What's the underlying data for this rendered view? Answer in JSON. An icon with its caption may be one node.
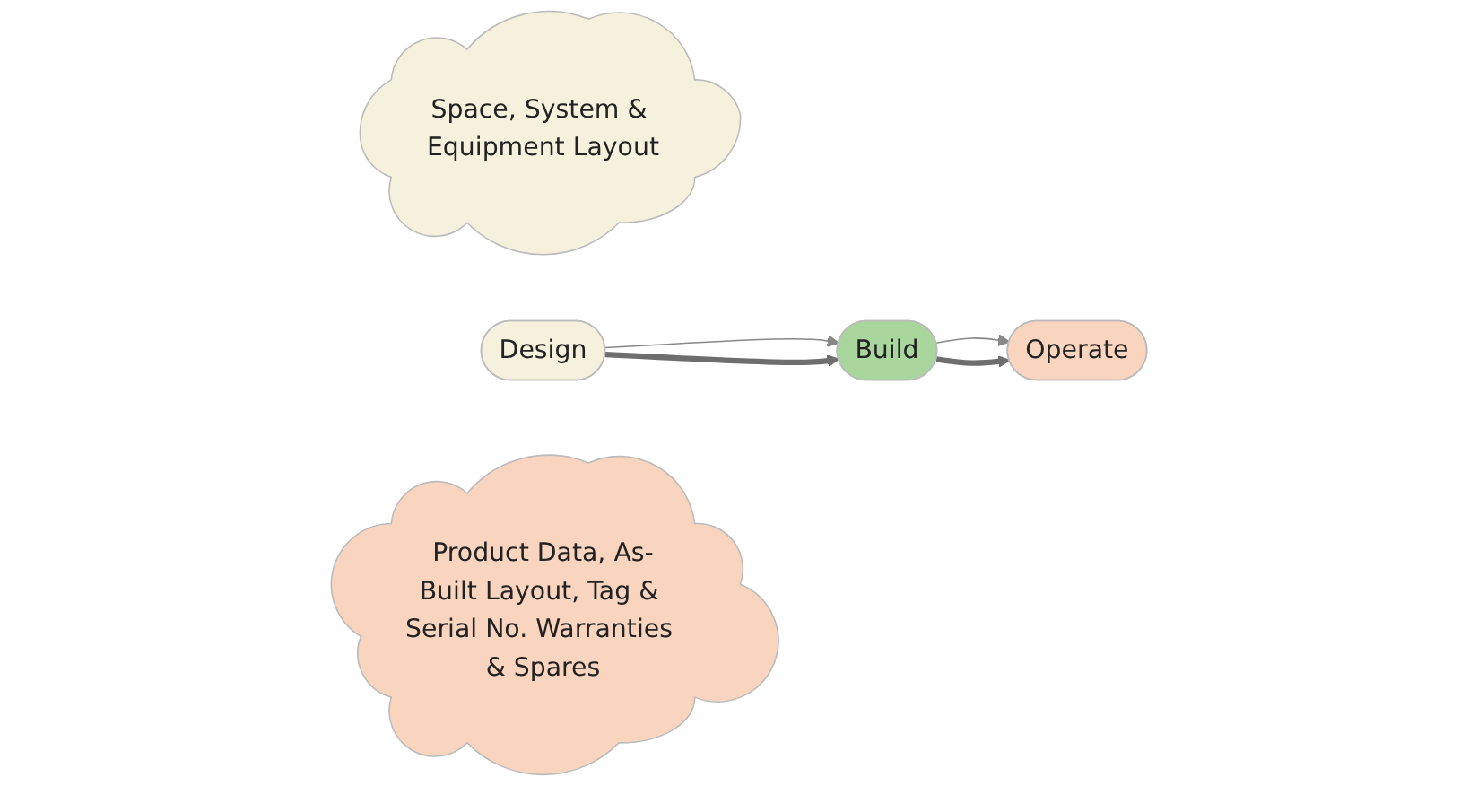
{
  "diagram": {
    "nodes": [
      {
        "text": [
          "Space, System & Equipment Layout"
        ]
      },
      {
        "text": [
          "Design"
        ]
      },
      {
        "text": [
          "Build"
        ]
      },
      {
        "text": [
          "Operate"
        ]
      },
      {
        "text": [
          "Product Data, As-Built Layout, Tag & Serial No. Warranties & Spares"
        ]
      }
    ],
    "edges": [
      {
        "from": 1,
        "to": 2,
        "arrow": "to"
      },
      {
        "from": 1,
        "to": 2,
        "arrow": "to",
        "style": "thick"
      },
      {
        "from": 2,
        "to": 3,
        "arrow": "to"
      },
      {
        "from": 2,
        "to": 3,
        "arrow": "to",
        "style": "thick"
      }
    ]
  }
}
